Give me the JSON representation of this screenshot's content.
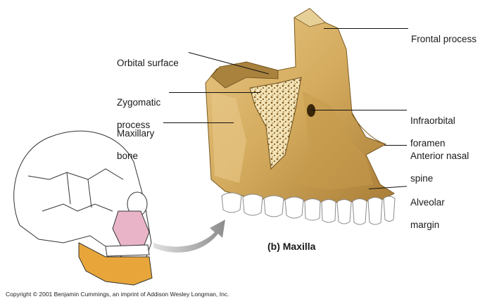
{
  "labels": {
    "frontal_process": "Frontal process",
    "orbital_surface": "Orbital surface",
    "zygomatic_process": [
      "Zygomatic",
      "process"
    ],
    "maxillary_bone": [
      "Maxillary",
      "bone"
    ],
    "infraorbital_foramen": [
      "Infraorbital",
      "foramen"
    ],
    "anterior_nasal_spine": [
      "Anterior nasal",
      "spine"
    ],
    "alveolar_margin": [
      "Alveolar",
      "margin"
    ]
  },
  "caption": "(b)  Maxilla",
  "copyright": "Copyright © 2001 Benjamin Cummings, an imprint of Addison Wesley Longman, Inc.",
  "colors": {
    "bone": "#d8b36a",
    "bone_shadow": "#8a6424",
    "spongy_bone": "#f3e3b8",
    "teeth": "#ffffff",
    "skull_highlight_pink": "#e9b4c8",
    "skull_mandible": "#e8a63a",
    "arrow": "#9a9a9a"
  }
}
